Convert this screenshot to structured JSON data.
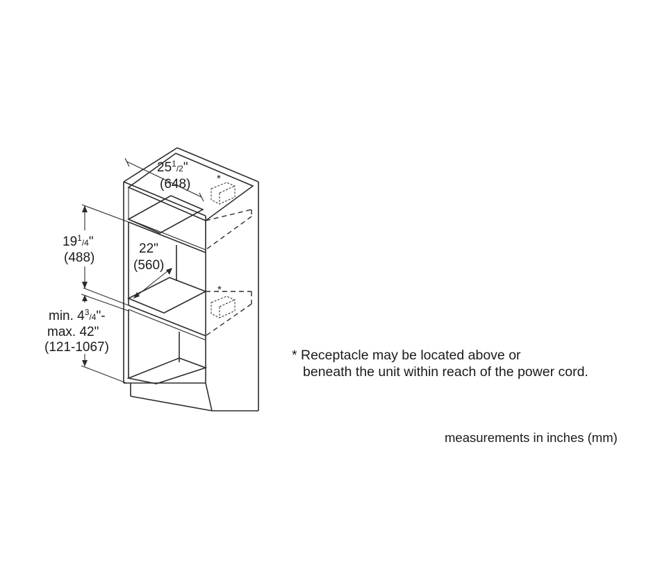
{
  "dimensions": {
    "width": {
      "whole": "25",
      "num": "1",
      "den": "2",
      "inch_suffix": "\"",
      "mm": "(648)"
    },
    "opening_height": {
      "whole": "19",
      "num": "1",
      "den": "4",
      "inch_suffix": "\"",
      "mm": "(488)"
    },
    "depth": {
      "inch": "22\"",
      "mm": "(560)"
    },
    "floor_height": {
      "min_prefix": "min. 4",
      "num": "3",
      "den": "4",
      "min_suffix": "\"-",
      "max": "max. 42\"",
      "mm": "(121-1067)"
    }
  },
  "receptacle_marker": "*",
  "note": {
    "line1": "* Receptacle may be located above or",
    "line2": "beneath the unit within reach of the power cord."
  },
  "units_note": "measurements in inches (mm)",
  "colors": {
    "line": "#2b2b2b",
    "text": "#1a1a1a",
    "background": "#ffffff"
  }
}
